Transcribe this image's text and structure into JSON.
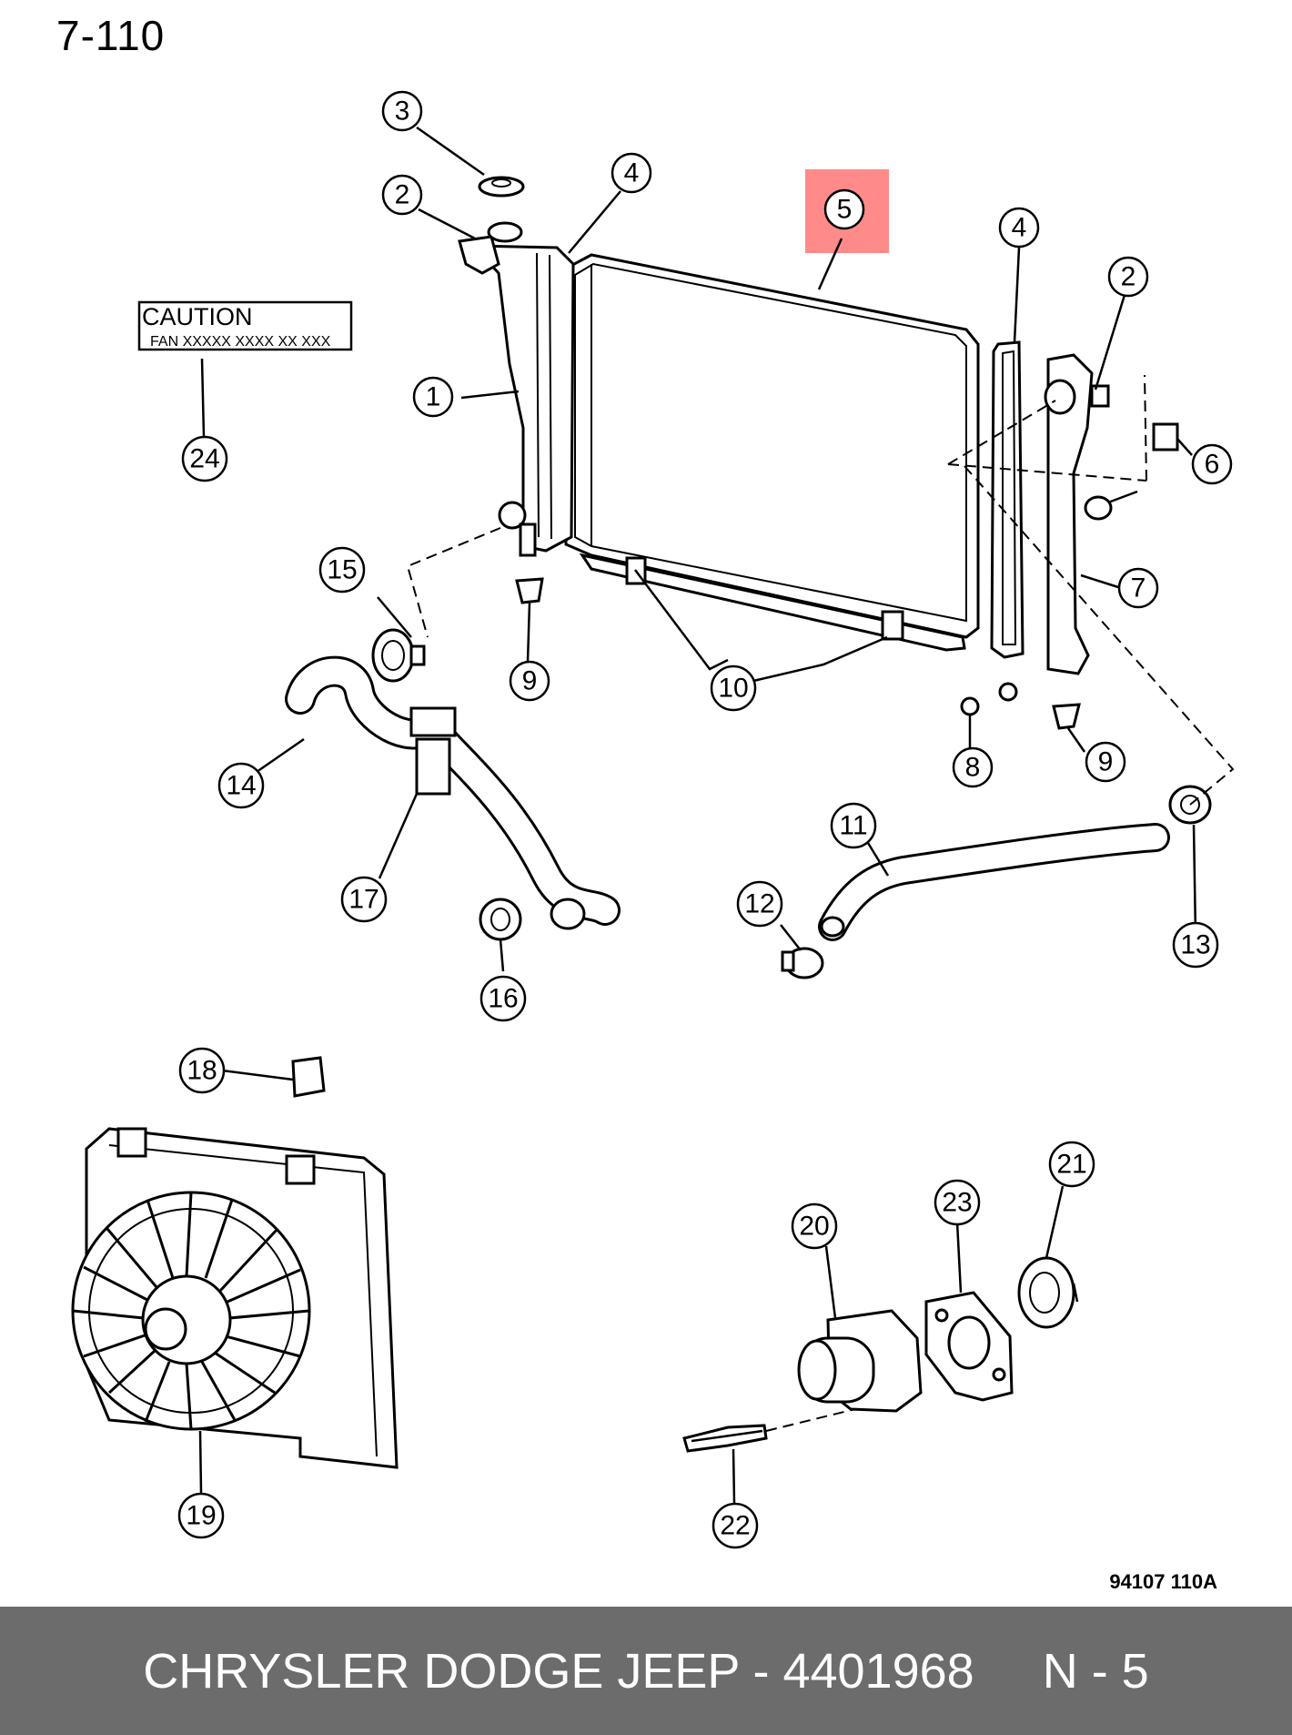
{
  "page": {
    "title": "7-110"
  },
  "caution_label": {
    "line1": "CAUTION",
    "line2": "FAN  XXXXX  XXXX  XX  XXX"
  },
  "callouts": {
    "c1": "1",
    "c2a": "2",
    "c2b": "2",
    "c3": "3",
    "c4a": "4",
    "c4b": "4",
    "c5": "5",
    "c6": "6",
    "c7": "7",
    "c8": "8",
    "c9a": "9",
    "c9b": "9",
    "c10": "10",
    "c11": "11",
    "c12": "12",
    "c13": "13",
    "c14": "14",
    "c15": "15",
    "c16": "16",
    "c17": "17",
    "c18": "18",
    "c19": "19",
    "c20": "20",
    "c21": "21",
    "c22": "22",
    "c23": "23",
    "c24": "24"
  },
  "highlight": {
    "part_number": "5",
    "color": "#ff8a8a"
  },
  "figure_code": "94107  110A",
  "footer": {
    "text": "CHRYSLER DODGE JEEP - 4401968     N - 5",
    "background": "#6c6c6c"
  }
}
